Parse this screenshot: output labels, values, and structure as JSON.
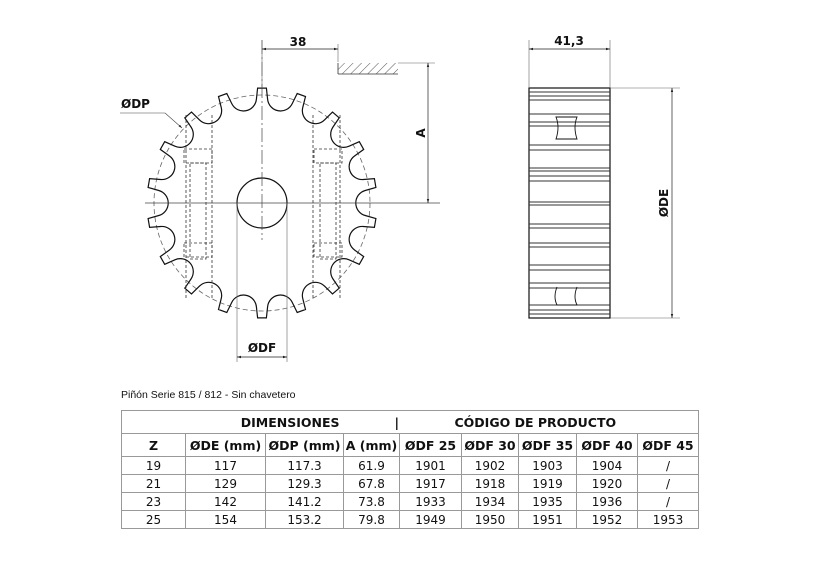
{
  "drawing": {
    "front_view": {
      "dim_offset": "38",
      "label_pitch_diameter": "ØDP",
      "label_bore_diameter": "ØDF",
      "label_a": "A",
      "teeth_drawn": 18
    },
    "side_view": {
      "dim_width": "41,3",
      "label_outer_diameter": "ØDE"
    }
  },
  "table": {
    "caption": "Piñón Serie 815 / 812 - Sin chavetero",
    "group_headers": {
      "dimensions": "DIMENSIONES",
      "separator": "|",
      "product_code": "CÓDIGO DE PRODUCTO"
    },
    "columns": [
      "Z",
      "ØDE (mm)",
      "ØDP (mm)",
      "A (mm)",
      "ØDF 25",
      "ØDF 30",
      "ØDF 35",
      "ØDF 40",
      "ØDF 45"
    ],
    "rows": [
      [
        "19",
        "117",
        "117.3",
        "61.9",
        "1901",
        "1902",
        "1903",
        "1904",
        "/"
      ],
      [
        "21",
        "129",
        "129.3",
        "67.8",
        "1917",
        "1918",
        "1919",
        "1920",
        "/"
      ],
      [
        "23",
        "142",
        "141.2",
        "73.8",
        "1933",
        "1934",
        "1935",
        "1936",
        "/"
      ],
      [
        "25",
        "154",
        "153.2",
        "79.8",
        "1949",
        "1950",
        "1951",
        "1952",
        "1953"
      ]
    ]
  }
}
